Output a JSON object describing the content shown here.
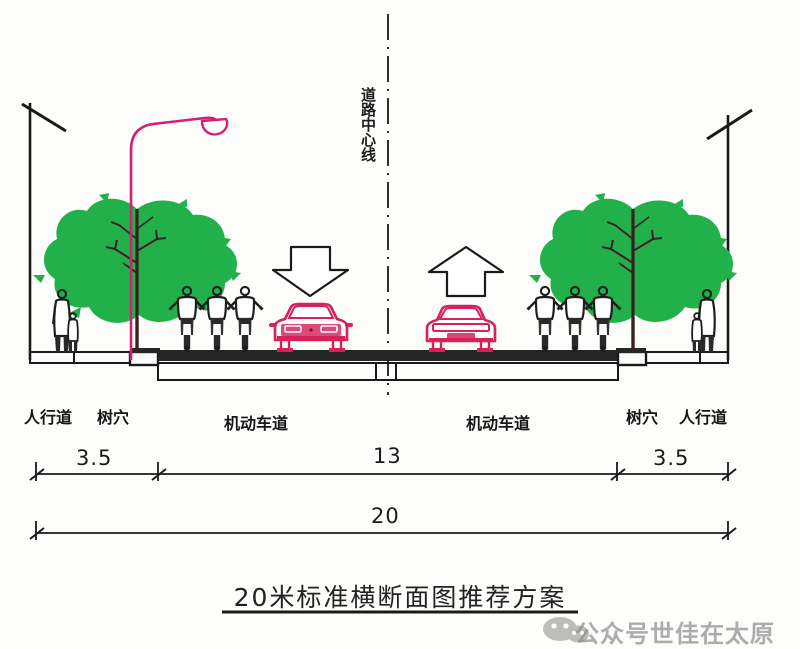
{
  "diagram": {
    "centerline_label": "道路中心线",
    "title": "20米标准横断面图推荐方案",
    "segments": [
      {
        "id": "left-sidewalk",
        "label": "人行道"
      },
      {
        "id": "left-treepit",
        "label": "树穴"
      },
      {
        "id": "left-carriageway",
        "label": "机动车道"
      },
      {
        "id": "right-carriageway",
        "label": "机动车道"
      },
      {
        "id": "right-treepit",
        "label": "树穴"
      },
      {
        "id": "right-sidewalk",
        "label": "人行道"
      }
    ],
    "dimensions": {
      "left_sidewalk": "3.5",
      "carriageway": "13",
      "right_sidewalk": "3.5",
      "total": "20"
    },
    "arrows": [
      {
        "id": "left-direction-arrow",
        "direction": "down"
      },
      {
        "id": "right-direction-arrow",
        "direction": "up"
      }
    ],
    "colors": {
      "tree_green": "#22b04a",
      "car_crimson": "#d6215c",
      "streetlight_pink": "#d61f74",
      "ink_black": "#1a1a1a",
      "paper": "#fdfdfb"
    },
    "counts": {
      "left_cyclists": 3,
      "right_cyclists": 3,
      "cars": 2,
      "trees": 2,
      "streetlights": 1
    }
  },
  "watermark": {
    "text": "公众号世佳在太原"
  }
}
